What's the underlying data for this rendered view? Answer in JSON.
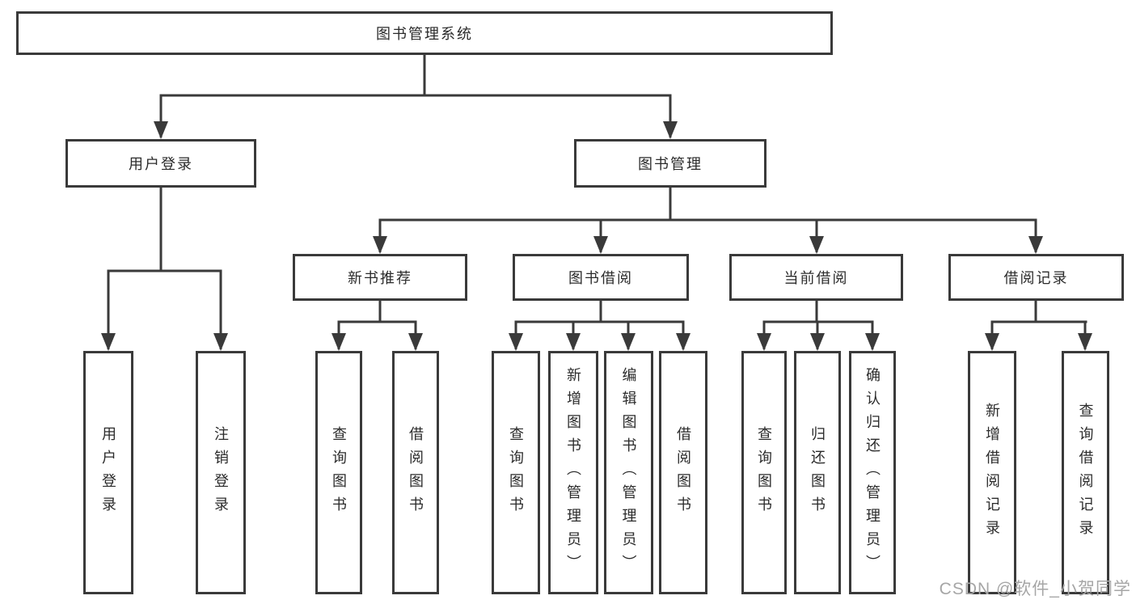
{
  "watermark": "CSDN @软件_小贺同学",
  "colors": {
    "line": "#3a3a3a",
    "text": "#2b2b2b",
    "watermark_gray": "#a6a6a6",
    "background": "#ffffff"
  },
  "tree": {
    "root": {
      "label": "图书管理系统"
    },
    "branches": [
      {
        "label": "用户登录",
        "children": [
          {
            "label": "用户登录"
          },
          {
            "label": "注销登录"
          }
        ]
      },
      {
        "label": "图书管理",
        "children": [
          {
            "label": "新书推荐",
            "children": [
              {
                "label": "查询图书"
              },
              {
                "label": "借阅图书"
              }
            ]
          },
          {
            "label": "图书借阅",
            "children": [
              {
                "label": "查询图书"
              },
              {
                "label": "新增图书（管理员）"
              },
              {
                "label": "编辑图书（管理员）"
              },
              {
                "label": "借阅图书"
              }
            ]
          },
          {
            "label": "当前借阅",
            "children": [
              {
                "label": "查询图书"
              },
              {
                "label": "归还图书"
              },
              {
                "label": "确认归还（管理员）"
              }
            ]
          },
          {
            "label": "借阅记录",
            "children": [
              {
                "label": "新增借阅记录"
              },
              {
                "label": "查询借阅记录"
              }
            ]
          }
        ]
      }
    ]
  }
}
